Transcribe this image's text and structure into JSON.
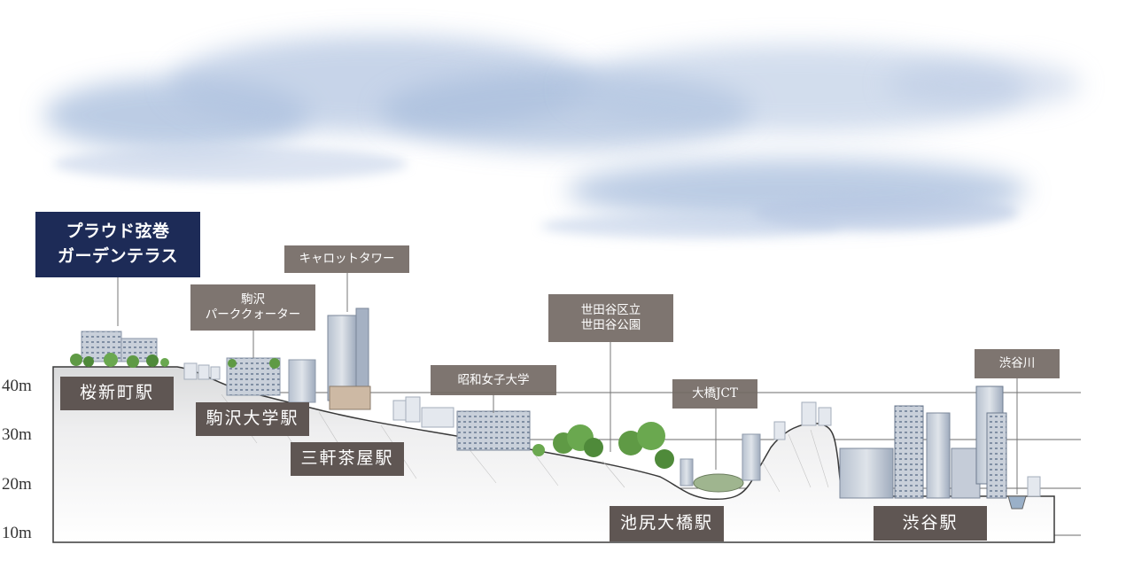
{
  "elevations": [
    "40m",
    "30m",
    "20m",
    "10m"
  ],
  "hero_label": "プラウド弦巻\nガーデンテラス",
  "landmarks": {
    "komazawa_park_quarter": "駒沢\nパーククォーター",
    "carrot_tower": "キャロットタワー",
    "showa_womens_univ": "昭和女子大学",
    "setagaya_park": "世田谷区立\n世田谷公園",
    "ohashi_jct": "大橋JCT",
    "shibuya_river": "渋谷川"
  },
  "stations": {
    "sakurashinmachi": "桜新町駅",
    "komazawa_daigaku": "駒沢大学駅",
    "sangenjaya": "三軒茶屋駅",
    "ikejiri_ohashi": "池尻大橋駅",
    "shibuya": "渋谷駅"
  },
  "colors": {
    "hero_bg": "#1d2b57",
    "label_bg": "#746a65",
    "station_bg": "#5f5653",
    "sky": "#a9bedc",
    "tree": "#5f9a45"
  }
}
